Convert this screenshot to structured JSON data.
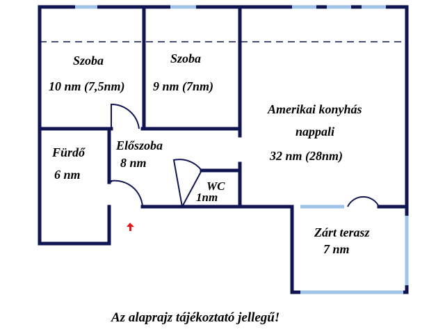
{
  "plan": {
    "rooms": {
      "szoba1_name": "Szoba",
      "szoba1_area": "10 nm (7,5nm)",
      "szoba2_name": "Szoba",
      "szoba2_area": "9 nm (7nm)",
      "nappali_line1": "Amerikai konyhás",
      "nappali_line2": "nappali",
      "nappali_area": "32 nm (28nm)",
      "eloszoba_name": "Előszoba",
      "eloszoba_area": "8 nm",
      "furdo_name": "Fürdő",
      "furdo_area": "6 nm",
      "wc_name": "WC",
      "wc_area": "1nm",
      "terasz_name": "Zárt terasz",
      "terasz_area": "7 nm"
    },
    "footnote": "Az alaprajz tájékoztató jellegű!",
    "colors": {
      "wall": "#0f1452",
      "window": "#9ec3e6",
      "entrance_arrow": "#e0191b",
      "text": "#000000"
    }
  }
}
